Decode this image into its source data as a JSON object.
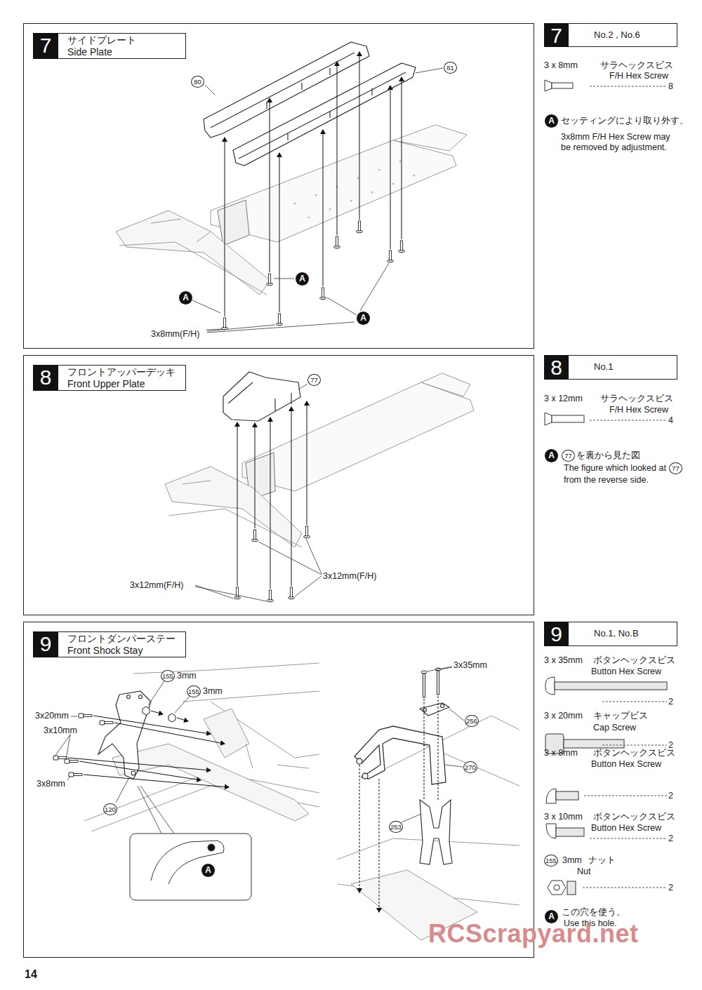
{
  "diagram": {
    "nodes": [
      {
        "text": [
          "サイドプレート",
          "Side Plate"
        ]
      },
      {
        "text": [
          "7"
        ],
        "in": 0
      },
      {
        "text": [
          "No.2 , No.6"
        ]
      },
      {
        "text": [
          "7"
        ],
        "in": 2
      },
      {
        "text": [
          "フロントアッパーデッキ",
          "Front Upper Plate"
        ]
      },
      {
        "text": [
          "8"
        ],
        "in": 4
      },
      {
        "text": [
          "No.1"
        ]
      },
      {
        "text": [
          "8"
        ],
        "in": 6
      },
      {
        "text": [
          "フロントダンパーステー",
          "Front Shock Stay"
        ]
      },
      {
        "text": [
          "9"
        ],
        "in": 8
      },
      {
        "text": [
          "No.1, No.B"
        ]
      },
      {
        "text": [
          "9"
        ],
        "in": 10
      }
    ],
    "edges": [],
    "labels": [
      "80",
      "81",
      "A",
      "A",
      "A",
      "3x8mm(F/H)",
      "3 x 8mm",
      "サラヘックスビス",
      "F/H Hex Screw",
      "8",
      "A",
      "セッティングにより取り外す。",
      "3x8mm F/H Hex Screw may be removed by adjustment.",
      "77",
      "3x12mm(F/H)",
      "3x12mm(F/H)",
      "3 x 12mm",
      "サラヘックスビス",
      "F/H Hex Screw",
      "4",
      "A",
      "77",
      "を裏から見た図",
      "The figure which looked at",
      "77",
      "from the reverse side.",
      "155",
      "3mm",
      "155",
      "3mm",
      "3x20mm",
      "3x10mm",
      "3x8mm",
      "120",
      "A",
      "3x35mm",
      "256",
      "270",
      "253",
      "3 x 35mm",
      "ボタンヘックスビス",
      "Button Hex Screw",
      "2",
      "3 x 20mm",
      "キャップビス",
      "Cap Screw",
      "2",
      "3 x 8mm",
      "ボタンヘックスビス",
      "Button Hex Screw",
      "2",
      "3 x 10mm",
      "ボタンヘックスビス",
      "Button Hex Screw",
      "2",
      "155",
      "3mm",
      "ナット",
      "Nut",
      "2",
      "A",
      "この穴を使う。",
      "Use this hole.",
      "14",
      "RCScrapyard.net"
    ]
  }
}
